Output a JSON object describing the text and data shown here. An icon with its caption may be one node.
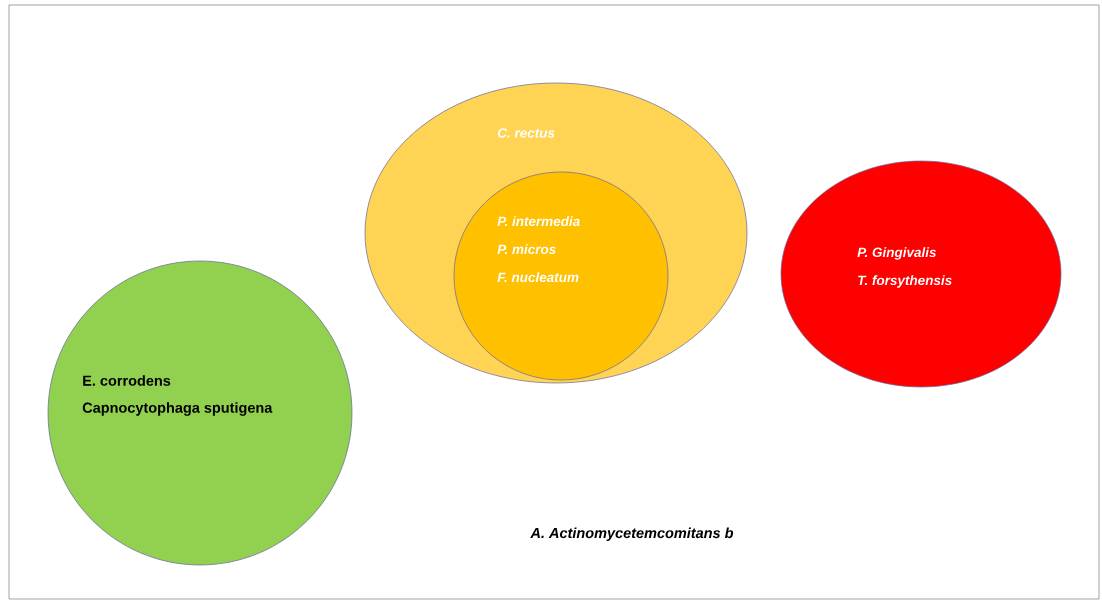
{
  "diagram": {
    "nodes": [
      {
        "text": [
          "C. rectus"
        ]
      },
      {
        "text": [
          "P. intermedia",
          "P. micros",
          "F. nucleatum"
        ],
        "in": 0
      },
      {
        "text": [
          "P. Gingivalis",
          "T. forsythensis"
        ]
      },
      {
        "text": [
          "E. corrodens",
          "Capnocytophaga sputigena"
        ]
      }
    ],
    "labels": [
      "A. Actinomycetemcomitans b"
    ]
  }
}
